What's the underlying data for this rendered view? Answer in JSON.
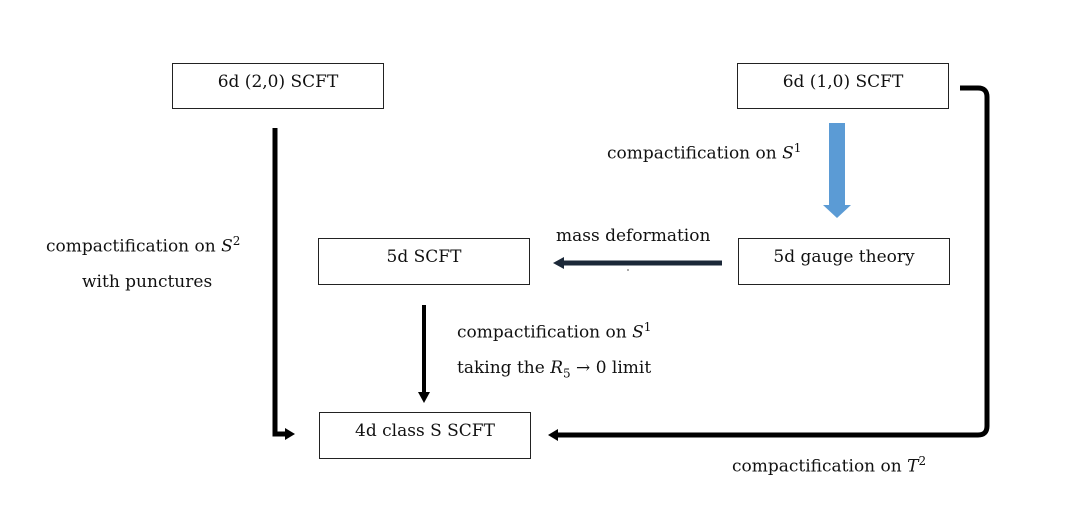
{
  "nodes": {
    "n_20": "6d (2,0) SCFT",
    "n_10": "6d (1,0) SCFT",
    "n_5d": "5d SCFT",
    "n_5g": "5d gauge theory",
    "n_4d": "4d class S SCFT"
  },
  "edges": {
    "s1_top": {
      "text": "compactification on ",
      "sym": "S",
      "exp": "1"
    },
    "s2": {
      "text": "compactification on ",
      "sym": "S",
      "exp": "2",
      "line2": "with punctures"
    },
    "mass": "mass deformation",
    "s1_mid": {
      "text": "compactification on ",
      "sym": "S",
      "exp": "1"
    },
    "limit": {
      "pre": "taking the ",
      "sym": "R",
      "sub": "5",
      "post": " → 0 limit"
    },
    "t2": {
      "text": "compactification on ",
      "sym": "T",
      "exp": "2"
    }
  },
  "colors": {
    "blue_arrow": "#5b9bd5",
    "dark_arrow": "#1b2838",
    "line": "#000000"
  }
}
